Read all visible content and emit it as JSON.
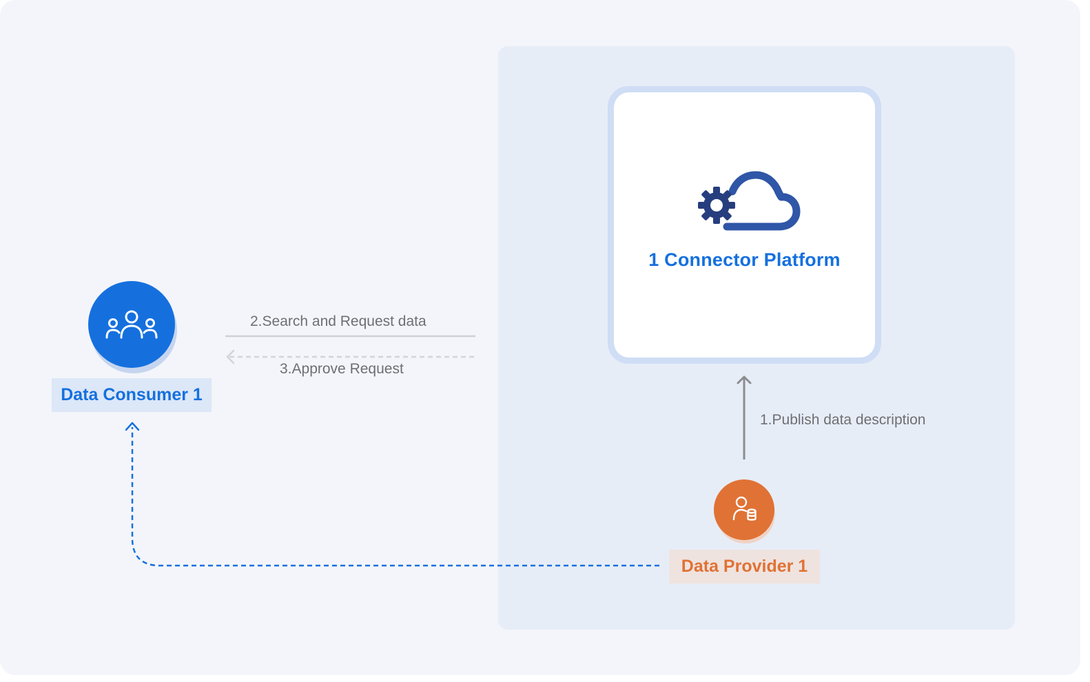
{
  "platform": {
    "title": "1 Connector Platform",
    "logo_icon": "cloud-gear-icon"
  },
  "consumer": {
    "label": "Data Consumer 1",
    "icon": "users-group-icon",
    "color": "#1570de"
  },
  "provider": {
    "label": "Data Provider 1",
    "icon": "user-database-icon",
    "color": "#e07235"
  },
  "flows": {
    "publish": "1.Publish data description",
    "search": "2.Search and Request data",
    "approve": "3.Approve Request"
  }
}
